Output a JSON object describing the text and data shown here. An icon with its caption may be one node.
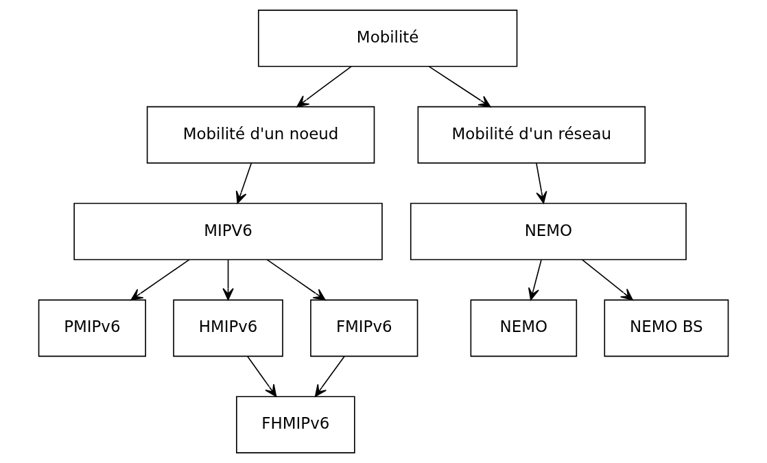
{
  "diagram": {
    "nodes": [
      {
        "text": [
          "Mobilité"
        ]
      },
      {
        "text": [
          "Mobilité d'un noeud"
        ]
      },
      {
        "text": [
          "Mobilité d'un réseau"
        ]
      },
      {
        "text": [
          "MIPV6"
        ]
      },
      {
        "text": [
          "NEMO"
        ]
      },
      {
        "text": [
          "PMIPv6"
        ]
      },
      {
        "text": [
          "HMIPv6"
        ]
      },
      {
        "text": [
          "FMIPv6"
        ]
      },
      {
        "text": [
          "NEMO"
        ]
      },
      {
        "text": [
          "NEMO BS"
        ]
      },
      {
        "text": [
          "FHMIPv6"
        ]
      }
    ],
    "edges": [
      {
        "from": 0,
        "to": 1,
        "arrow": "to"
      },
      {
        "from": 0,
        "to": 2,
        "arrow": "to"
      },
      {
        "from": 1,
        "to": 3,
        "arrow": "to"
      },
      {
        "from": 2,
        "to": 4,
        "arrow": "to"
      },
      {
        "from": 3,
        "to": 5,
        "arrow": "to"
      },
      {
        "from": 3,
        "to": 6,
        "arrow": "to"
      },
      {
        "from": 3,
        "to": 7,
        "arrow": "to"
      },
      {
        "from": 4,
        "to": 8,
        "arrow": "to"
      },
      {
        "from": 4,
        "to": 9,
        "arrow": "to"
      },
      {
        "from": 6,
        "to": 10,
        "arrow": "to"
      },
      {
        "from": 7,
        "to": 10,
        "arrow": "to"
      }
    ]
  }
}
